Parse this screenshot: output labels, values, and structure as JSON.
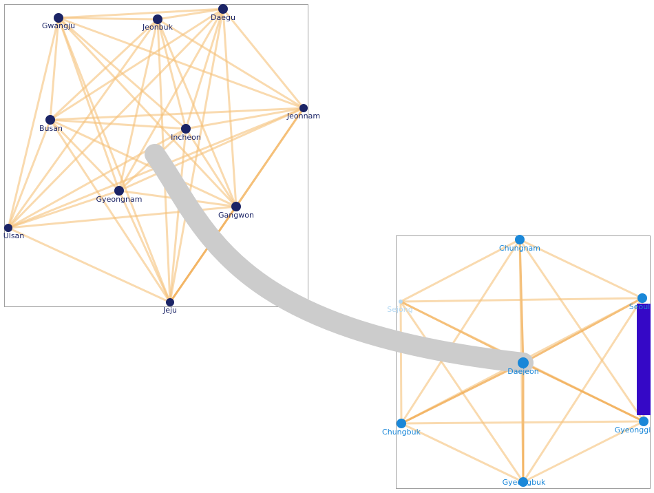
{
  "colors": {
    "edge": "#f5c27a",
    "edge_strong": "#f0a84c",
    "left_node": "#1b2466",
    "left_label": "#1b2466",
    "right_node": "#1a87d8",
    "right_label": "#1a87d8",
    "sejong": "#b5d9f3",
    "bridge": "#cccccc",
    "bar": "#3508c6"
  },
  "left_cluster": {
    "nodes": [
      "Gwangju",
      "Jeonbuk",
      "Daegu",
      "Jeonnam",
      "Busan",
      "Incheon",
      "Gyeongnam",
      "Gangwon",
      "Ulsan",
      "Jeju"
    ]
  },
  "right_cluster": {
    "nodes": [
      "Chungnam",
      "Sejong",
      "Seoul",
      "Daejeon",
      "Chungbuk",
      "Gyeonggi",
      "Gyeongbuk"
    ]
  },
  "links": {
    "bridge": [
      "Incheon",
      "Daejeon"
    ],
    "highlight": [
      "Seoul",
      "Gyeonggi"
    ]
  }
}
